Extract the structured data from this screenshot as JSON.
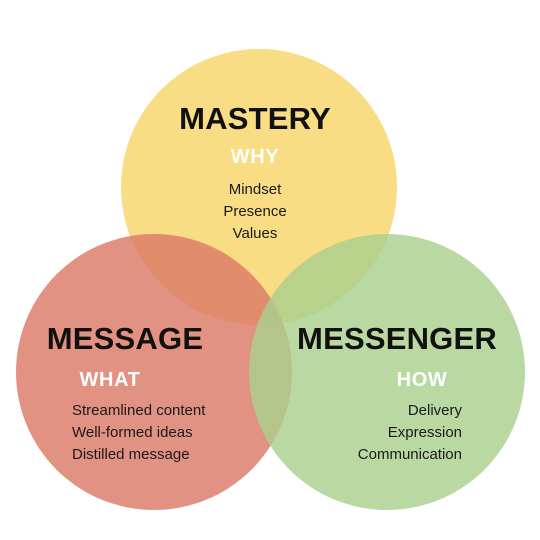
{
  "colors": {
    "mastery_fill": "#f6d56a",
    "message_fill": "#dc7a66",
    "messenger_fill": "#a9d08e",
    "title_text": "#111111",
    "subtitle_text": "#ffffff"
  },
  "mastery": {
    "title": "MASTERY",
    "subtitle": "WHY",
    "items": [
      "Mindset",
      "Presence",
      "Values"
    ]
  },
  "message": {
    "title": "MESSAGE",
    "subtitle": "WHAT",
    "items": [
      "Streamlined content",
      "Well-formed ideas",
      "Distilled message"
    ]
  },
  "messenger": {
    "title": "MESSENGER",
    "subtitle": "HOW",
    "items": [
      "Delivery",
      "Expression",
      "Communication"
    ]
  }
}
